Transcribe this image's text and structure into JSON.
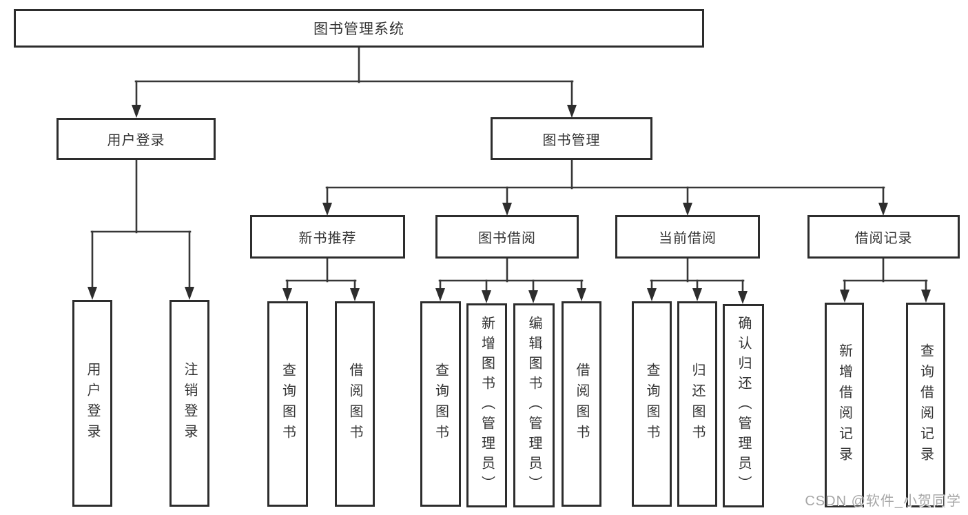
{
  "diagram": {
    "root": "图书管理系统",
    "user_login": {
      "label": "用户登录",
      "children": {
        "login": "用户登录",
        "logout": "注销登录"
      }
    },
    "book_mgmt": {
      "label": "图书管理",
      "new_books": {
        "label": "新书推荐",
        "children": {
          "query": "查询图书",
          "borrow": "借阅图书"
        }
      },
      "borrowing": {
        "label": "图书借阅",
        "children": {
          "query": "查询图书",
          "add": "新增图书（管理员）",
          "edit": "编辑图书（管理员）",
          "borrow": "借阅图书"
        }
      },
      "current": {
        "label": "当前借阅",
        "children": {
          "query": "查询图书",
          "return": "归还图书",
          "confirm": "确认归还（管理员）"
        }
      },
      "records": {
        "label": "借阅记录",
        "children": {
          "add": "新增借阅记录",
          "query": "查询借阅记录"
        }
      }
    }
  },
  "watermark": {
    "text": "CSDN @软件_小贺同学"
  },
  "colors": {
    "box_border": "#2d2d2d",
    "line": "#373737",
    "text": "#333333",
    "watermark": "#a6a6a6",
    "background": "#ffffff"
  }
}
